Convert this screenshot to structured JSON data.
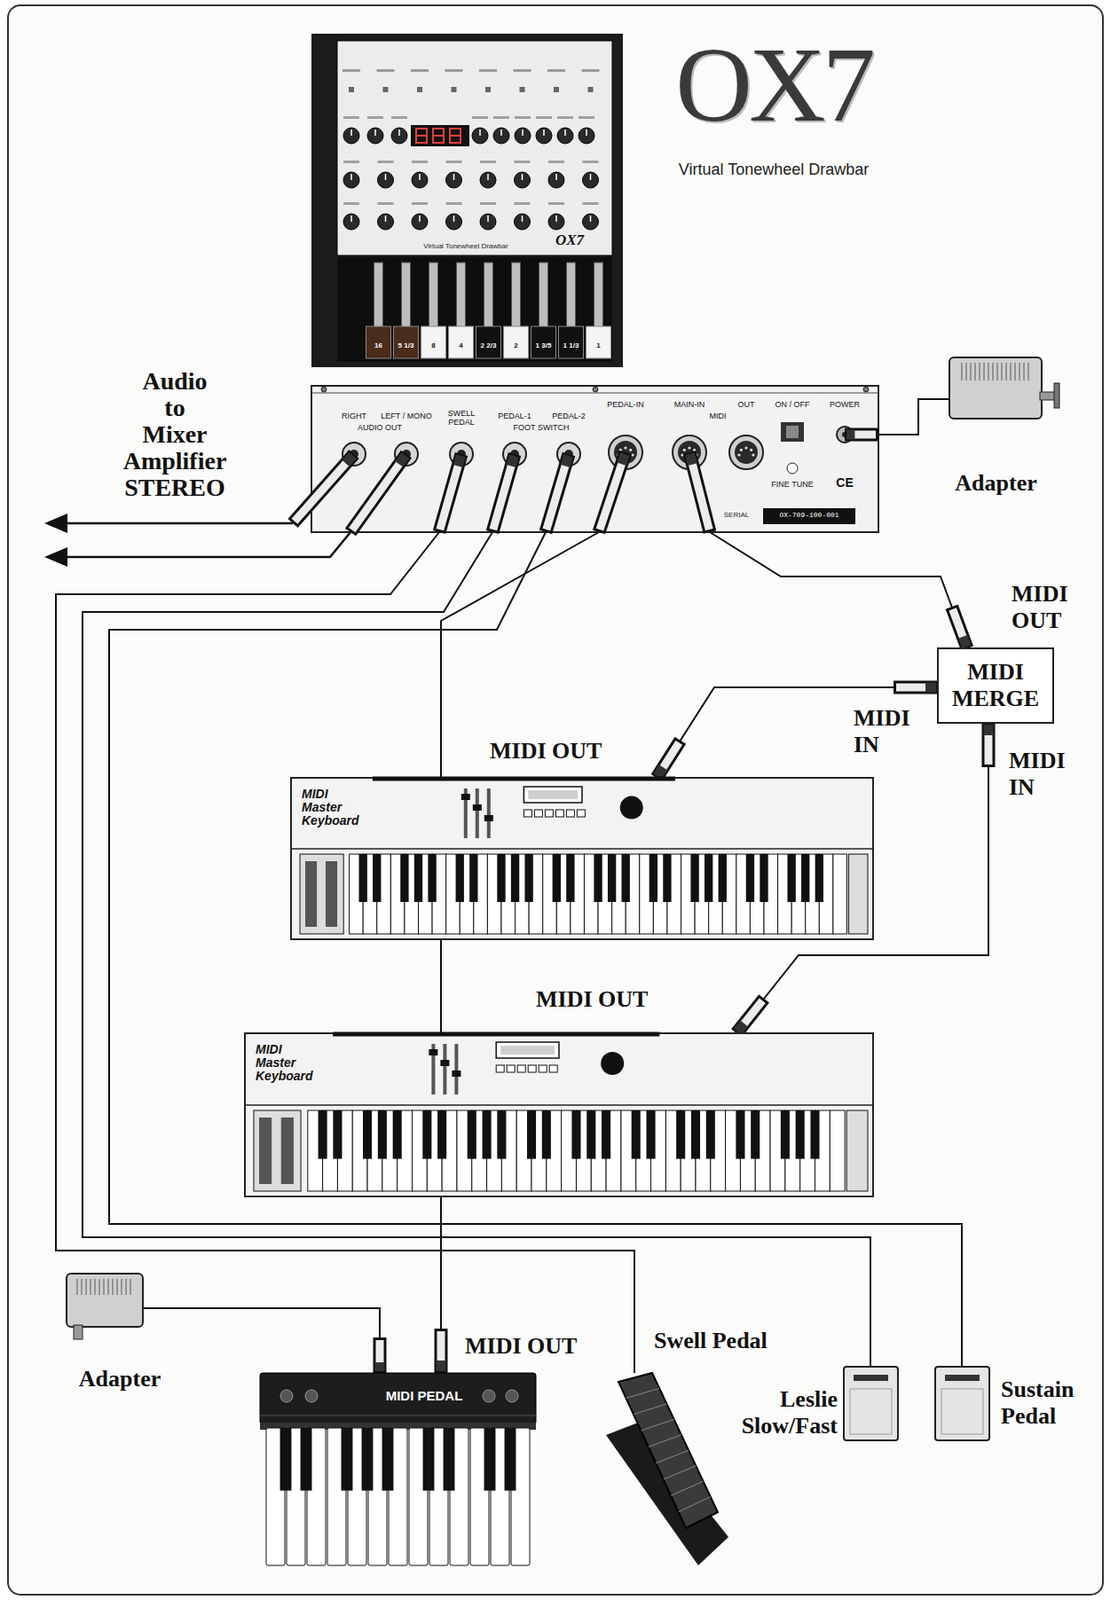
{
  "diagram": {
    "nodes": [
      {
        "text": [
          "Virtual Tonewheel Drawbar",
          "OX7",
          "16",
          "5 1/3",
          "8",
          "4",
          "2 2/3",
          "2",
          "1 3/5",
          "1 1/3",
          "1"
        ]
      },
      {
        "text": [
          "RIGHT",
          "LEFT / MONO",
          "AUDIO OUT",
          "SWELL PEDAL",
          "PEDAL-1",
          "FOOT SWITCH",
          "PEDAL-2",
          "PEDAL-IN",
          "MAIN-IN",
          "MIDI",
          "OUT",
          "ON / OFF",
          "POWER",
          "FINE TUNE",
          "CE",
          "SERIAL",
          "OX-709-100-001"
        ]
      },
      {
        "text": [
          "Adapter"
        ]
      },
      {
        "text": [
          "MIDI MERGE"
        ]
      },
      {
        "text": [
          "MIDI Master Keyboard"
        ]
      },
      {
        "text": [
          "MIDI Master Keyboard"
        ]
      },
      {
        "text": [
          "Adapter"
        ]
      },
      {
        "text": [
          "MIDI PEDAL"
        ]
      },
      {
        "text": [
          "Swell Pedal"
        ]
      },
      {
        "text": [
          "Leslie Slow/Fast"
        ]
      },
      {
        "text": [
          "Sustain Pedal"
        ]
      }
    ],
    "edges": [
      {
        "from": 2,
        "to": 1,
        "arrow": "none"
      },
      {
        "from": 3,
        "to": 1,
        "label": "MIDI OUT",
        "arrow": "none"
      },
      {
        "from": 4,
        "to": 3,
        "label": "MIDI IN",
        "arrow": "none"
      },
      {
        "from": 5,
        "to": 3,
        "label": "MIDI IN",
        "arrow": "none"
      },
      {
        "from": 7,
        "to": 1,
        "label": "MIDI OUT",
        "arrow": "none"
      },
      {
        "from": 6,
        "to": 7,
        "arrow": "none"
      },
      {
        "from": 8,
        "to": 1,
        "arrow": "none"
      },
      {
        "from": 9,
        "to": 1,
        "arrow": "none"
      },
      {
        "from": 10,
        "to": 1,
        "arrow": "none"
      }
    ],
    "labels": [
      "OX7",
      "Virtual Tonewheel Drawbar",
      "Audio to Mixer Amplifier STEREO",
      "MIDI OUT",
      "MIDI OUT"
    ]
  }
}
